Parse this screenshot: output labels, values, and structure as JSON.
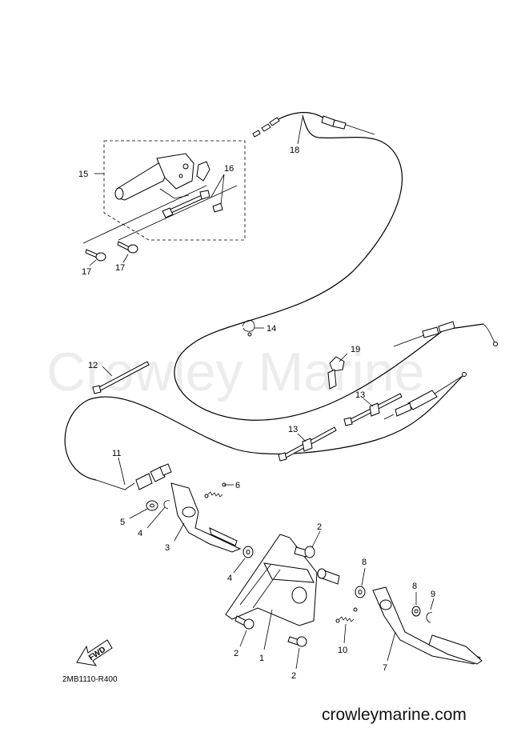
{
  "watermark": "Crowley Marine",
  "diagram_code": "2MB1110-R400",
  "website": "crowleymarine.com",
  "fwd_label": "FWD",
  "callouts": {
    "c1": "1",
    "c2a": "2",
    "c2b": "2",
    "c2c": "2",
    "c3": "3",
    "c4a": "4",
    "c4b": "4",
    "c5": "5",
    "c6": "6",
    "c7": "7",
    "c8a": "8",
    "c8b": "8",
    "c9": "9",
    "c10": "10",
    "c11": "11",
    "c12": "12",
    "c13a": "13",
    "c13b": "13",
    "c14": "14",
    "c15": "15",
    "c16": "16",
    "c17a": "17",
    "c17b": "17",
    "c18": "18",
    "c19": "19"
  }
}
